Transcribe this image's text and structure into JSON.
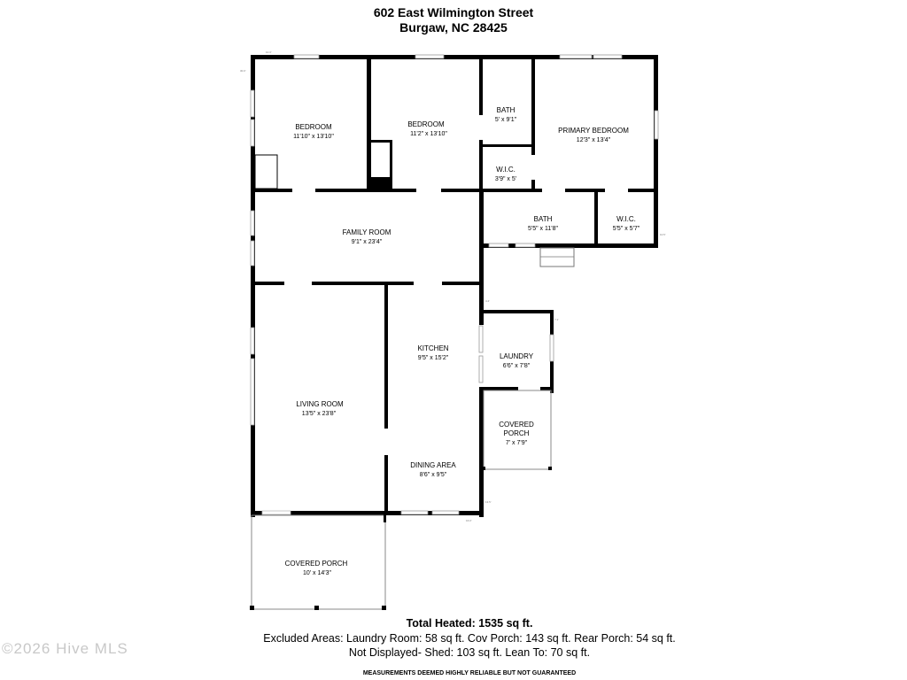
{
  "header": {
    "address_line1": "602 East Wilmington Street",
    "address_line2": "Burgaw, NC 28425"
  },
  "rooms": [
    {
      "name": "BEDROOM",
      "dims": "11'10\" x 13'10\""
    },
    {
      "name": "BEDROOM",
      "dims": "11'2\" x 13'10\""
    },
    {
      "name": "BATH",
      "dims": "5' x 9'1\""
    },
    {
      "name": "PRIMARY BEDROOM",
      "dims": "12'3\" x 13'4\""
    },
    {
      "name": "W.I.C.",
      "dims": "3'9\" x 5'"
    },
    {
      "name": "FAMILY ROOM",
      "dims": "9'1\" x 23'4\""
    },
    {
      "name": "BATH",
      "dims": "5'5\" x 11'8\""
    },
    {
      "name": "W.I.C.",
      "dims": "5'5\" x 5'7\""
    },
    {
      "name": "KITCHEN",
      "dims": "9'5\" x 15'2\""
    },
    {
      "name": "LAUNDRY",
      "dims": "6'6\" x 7'8\""
    },
    {
      "name": "LIVING ROOM",
      "dims": "13'5\" x 23'8\""
    },
    {
      "name": "COVERED PORCH",
      "name_line2": "PORCH",
      "name_line1": "COVERED",
      "dims": "7' x 7'9\""
    },
    {
      "name": "DINING AREA",
      "dims": "8'6\" x 9'5\""
    },
    {
      "name": "COVERED PORCH",
      "dims": "10' x 14'3\""
    }
  ],
  "footer": {
    "total_heated": "Total Heated: 1535 sq ft.",
    "excluded": "Excluded Areas: Laundry Room: 58 sq ft. Cov Porch: 143 sq ft. Rear Porch: 54 sq ft.",
    "not_displayed": "Not Displayed- Shed: 103 sq ft. Lean To: 70 sq ft.",
    "disclaimer": "MEASUREMENTS DEEMED HIGHLY RELIABLE BUT NOT GUARANTEED"
  },
  "watermark": "©2026 Hive MLS"
}
